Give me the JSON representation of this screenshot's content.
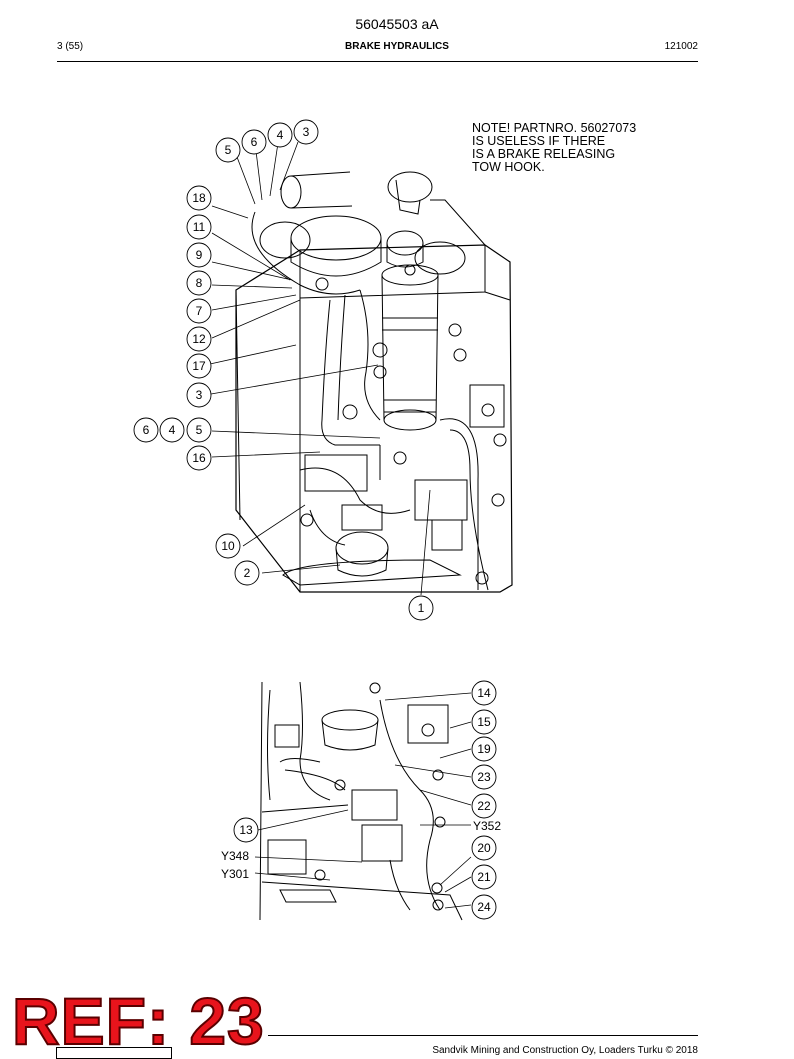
{
  "header": {
    "doc_number": "56045503 aA",
    "page": "3 (55)",
    "section_title": "BRAKE HYDRAULICS",
    "code": "121002"
  },
  "note": {
    "lines": [
      "NOTE! PARTNRO. 56027073",
      "IS USELESS IF THERE",
      "IS A BRAKE RELEASING",
      "TOW HOOK."
    ]
  },
  "callouts_top": [
    "3",
    "4",
    "6",
    "5",
    "18",
    "11",
    "9",
    "8",
    "7",
    "12",
    "17",
    "3",
    "6",
    "4",
    "5",
    "16",
    "10",
    "2",
    "1"
  ],
  "callouts_bottom": [
    "14",
    "15",
    "19",
    "23",
    "22",
    "13",
    "20",
    "21",
    "24"
  ],
  "labels_bottom": [
    "Y352",
    "Y348",
    "Y301"
  ],
  "watermark": "REF: 23",
  "footer": {
    "text": "Sandvik Mining and Construction Oy, Loaders Turku © 2018"
  }
}
